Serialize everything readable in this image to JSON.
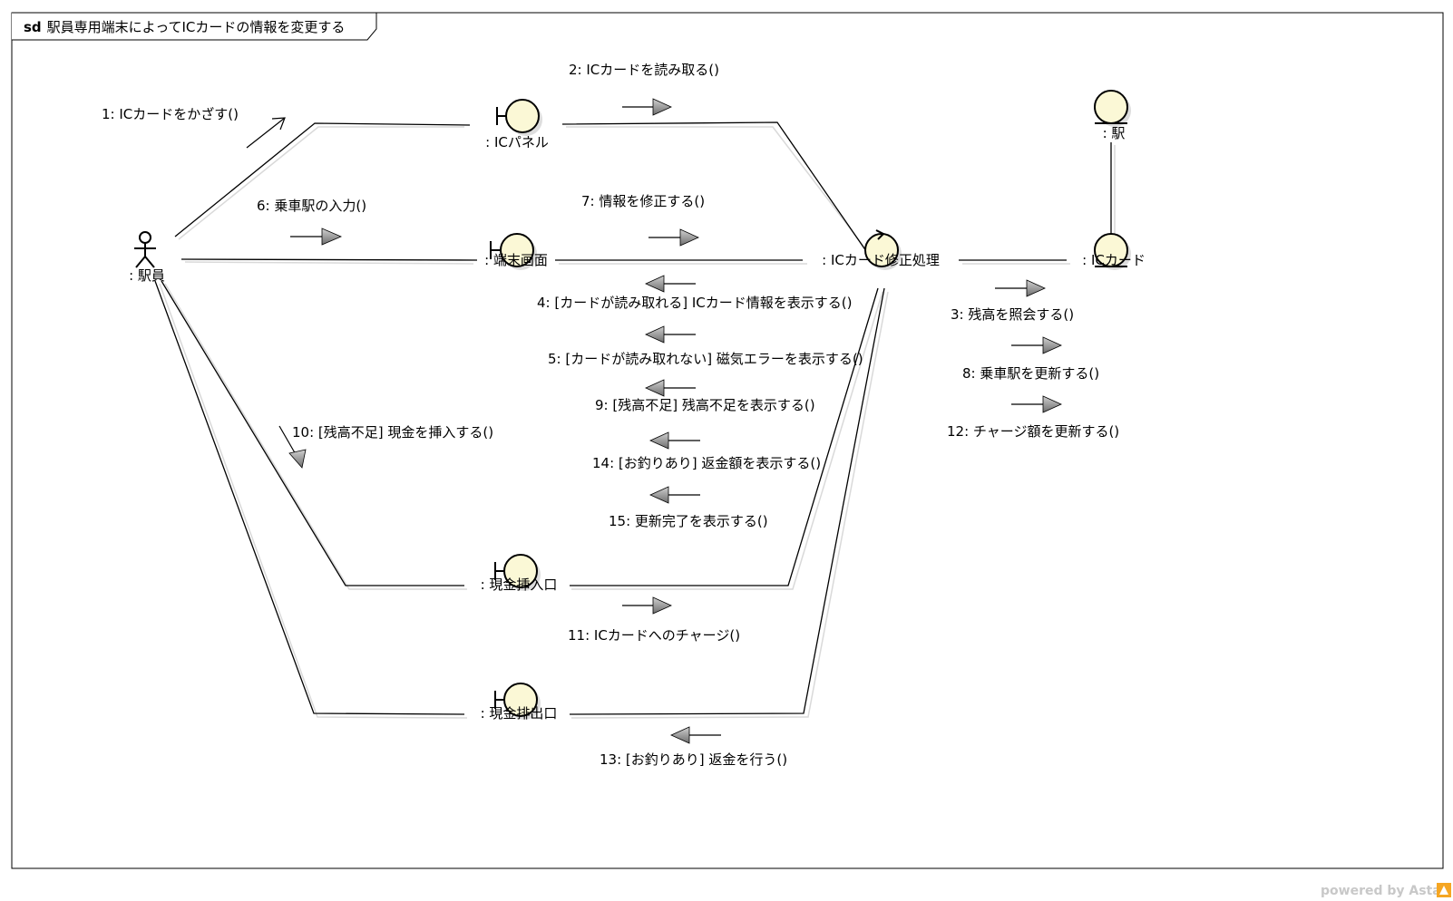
{
  "frame": {
    "keyword": "sd",
    "title": "駅員専用端末によってICカードの情報を変更する"
  },
  "objects": {
    "staff": {
      "label": ": 駅員",
      "kind": "actor"
    },
    "panel": {
      "label": ": ICパネル",
      "kind": "boundary"
    },
    "screen": {
      "label": ": 端末画面",
      "kind": "boundary"
    },
    "control": {
      "label": ": ICカード修正処理",
      "kind": "control"
    },
    "card": {
      "label": ": ICカード",
      "kind": "entity"
    },
    "station": {
      "label": ": 駅",
      "kind": "entity"
    },
    "cashin": {
      "label": ": 現金挿入口",
      "kind": "boundary"
    },
    "cashout": {
      "label": ": 現金排出口",
      "kind": "boundary"
    }
  },
  "messages": [
    {
      "id": "m1",
      "text": "1: ICカードをかざす()"
    },
    {
      "id": "m2",
      "text": "2: ICカードを読み取る()"
    },
    {
      "id": "m3",
      "text": "3: 残高を照会する()"
    },
    {
      "id": "m4",
      "text": "4: [カードが読み取れる] ICカード情報を表示する()"
    },
    {
      "id": "m5",
      "text": "5: [カードが読み取れない] 磁気エラーを表示する()"
    },
    {
      "id": "m6",
      "text": "6: 乗車駅の入力()"
    },
    {
      "id": "m7",
      "text": "7: 情報を修正する()"
    },
    {
      "id": "m8",
      "text": "8: 乗車駅を更新する()"
    },
    {
      "id": "m9",
      "text": "9: [残高不足] 残高不足を表示する()"
    },
    {
      "id": "m10",
      "text": "10: [残高不足] 現金を挿入する()"
    },
    {
      "id": "m11",
      "text": "11: ICカードへのチャージ()"
    },
    {
      "id": "m12",
      "text": "12: チャージ額を更新する()"
    },
    {
      "id": "m13",
      "text": "13: [お釣りあり] 返金を行う()"
    },
    {
      "id": "m14",
      "text": "14: [お釣りあり] 返金額を表示する()"
    },
    {
      "id": "m15",
      "text": "15: 更新完了を表示する()"
    }
  ],
  "watermark": {
    "text": "powered by Astah"
  },
  "colors": {
    "object_fill": "#fbf8d6",
    "stroke": "#000000",
    "shadow": "#d9d9d9",
    "arrow_fill": "#8a8a8a"
  }
}
